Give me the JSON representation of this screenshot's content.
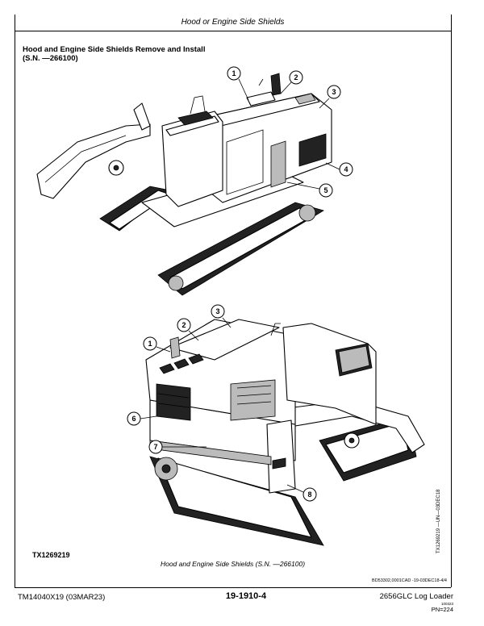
{
  "header": {
    "title": "Hood or Engine Side Shields"
  },
  "section": {
    "title": "Hood and Engine Side Shields Remove and Install (S.N. —266100)"
  },
  "figure": {
    "id": "TX1269219",
    "caption": "Hood and Engine Side Shields (S.N. —266100)",
    "side_code": "TX1269219 —UN—03DEC18",
    "callouts_top": [
      "1",
      "2",
      "3",
      "4",
      "5"
    ],
    "callouts_bottom": [
      "1",
      "2",
      "3",
      "6",
      "7",
      "8"
    ]
  },
  "reference": {
    "code": "BD53302,0001CAD -19-03DEC18-4/4"
  },
  "footer": {
    "manual": "TM14040X19 (03MAR23)",
    "page": "19-1910-4",
    "model": "2656GLC Log Loader",
    "small": "100323",
    "pn": "PN=224"
  }
}
